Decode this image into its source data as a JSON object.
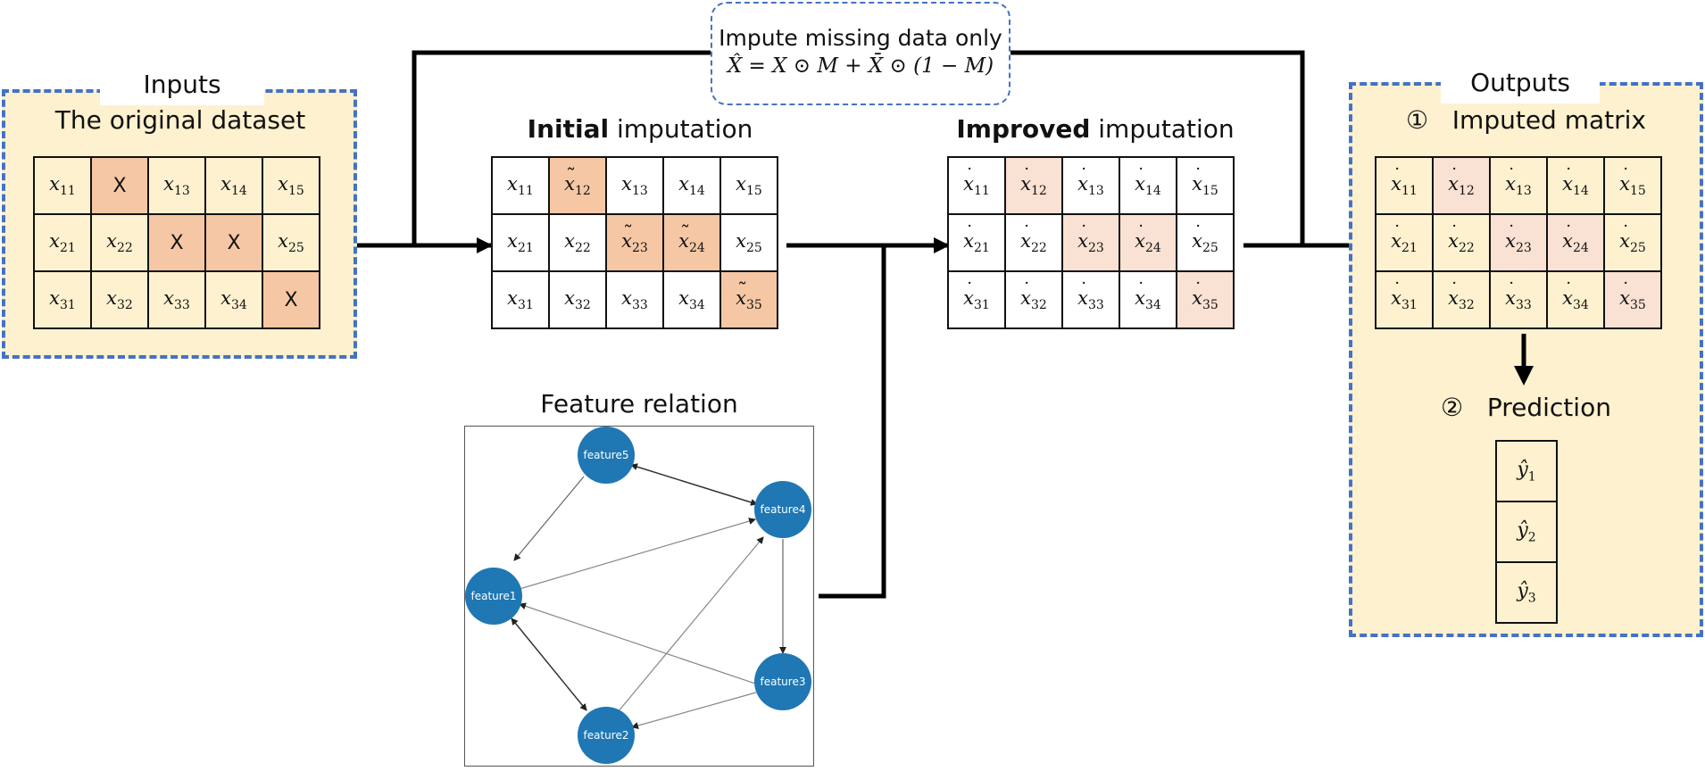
{
  "colors": {
    "panel_bg": "#fdf1cf",
    "panel_border": "#4472c4",
    "missing": "#f6c7a4",
    "light_fill": "#f9e1d3",
    "node": "#1f77b4"
  },
  "inputs": {
    "title": "Inputs",
    "subtitle": "The original dataset",
    "rows": [
      [
        "x11",
        "X",
        "x13",
        "x14",
        "x15"
      ],
      [
        "x21",
        "x22",
        "X",
        "X",
        "x25"
      ],
      [
        "x31",
        "x32",
        "x33",
        "x34",
        "X"
      ]
    ],
    "missing_symbol": "X"
  },
  "formula": {
    "line1": "Impute missing data only",
    "line2": "X̂ = X ⊙ M + X̄ ⊙ (1 − M)"
  },
  "initial": {
    "label_bold": "Initial",
    "label_rest": " imputation"
  },
  "improved": {
    "label_bold": "Improved",
    "label_rest": " imputation"
  },
  "outputs": {
    "title": "Outputs",
    "imputed_num": "①",
    "imputed_label": "Imputed matrix",
    "prediction_num": "②",
    "prediction_label": "Prediction",
    "predictions": [
      "ŷ1",
      "ŷ2",
      "ŷ3"
    ]
  },
  "feature_relation": {
    "title": "Feature relation",
    "nodes": [
      "feature5",
      "feature4",
      "feature1",
      "feature3",
      "feature2"
    ]
  }
}
